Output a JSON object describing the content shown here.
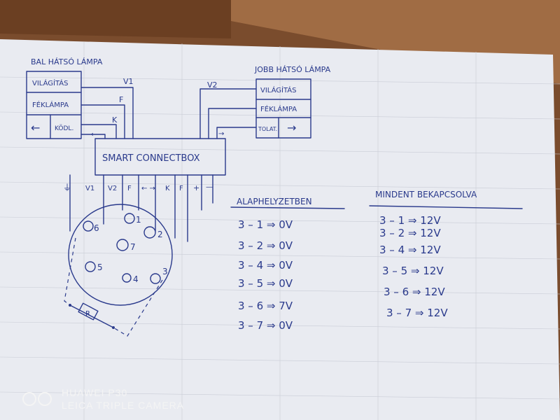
{
  "photo": {
    "paper_color": "#e9ebf1",
    "desk_color": "#8a5a36",
    "ink_color": "#2a3a8c"
  },
  "left_lamp": {
    "title": "BAL HÁTSÓ LÁMPA",
    "cells": [
      "VILÁGÍTÁS",
      "FÉKLÁMPA",
      "KÖDL."
    ],
    "arrow": "←"
  },
  "right_lamp": {
    "title": "JOBB HÁTSÓ LÁMPA",
    "cells": [
      "VILÁGÍTÁS",
      "FÉKLÁMPA",
      "TOLAT."
    ],
    "arrow": "→"
  },
  "wires": {
    "v1": "V1",
    "v2": "V2",
    "f": "F",
    "k": "K",
    "arrow_left": "←",
    "arrow_right": "→"
  },
  "smart_box": {
    "label": "SMART CONNECTBOX",
    "pins": [
      "⏚",
      "V1",
      "V2",
      "F",
      "← →",
      "K",
      "F",
      "+",
      "—"
    ]
  },
  "socket": {
    "pins": [
      "1",
      "2",
      "3",
      "4",
      "5",
      "6",
      "7"
    ],
    "resistor": "R"
  },
  "measurements": {
    "idle": {
      "title": "ALAPHELYZETBEN",
      "rows": [
        "3 – 1 ⇒ 0V",
        "3 – 2 ⇒ 0V",
        "3 – 4 ⇒ 0V",
        "3 – 5 ⇒ 0V",
        "3 – 6 ⇒ 7V",
        "3 – 7 ⇒ 0V"
      ]
    },
    "all_on": {
      "title": "MINDENT BEKAPCSOLVA",
      "rows": [
        "3 – 1 ⇒ 12V",
        "3 – 2 ⇒ 12V",
        "3 – 4 ⇒ 12V",
        "3 – 5 ⇒ 12V",
        "3 – 6 ⇒ 12V",
        "3 – 7 ⇒ 12V"
      ]
    }
  },
  "watermark": {
    "line1": "HUAWEI P30",
    "line2": "LEICA TRIPLE CAMERA"
  }
}
